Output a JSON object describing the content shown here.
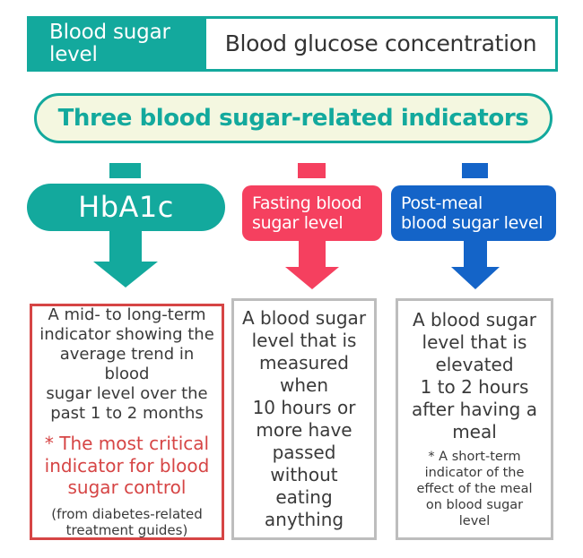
{
  "header": {
    "term": "Blood sugar\nlevel",
    "definition": "Blood glucose concentration",
    "term_bg": "#13a99d",
    "border": "#13a99d"
  },
  "banner": {
    "label": "Three blood sugar-related indicators",
    "bg": "#f4f7e0",
    "text_color": "#13a99d",
    "border": "#13a99d"
  },
  "indicators": [
    {
      "key": "hba1c",
      "label": "HbA1c",
      "color": "#13a99d",
      "shape": "pill"
    },
    {
      "key": "fasting",
      "label": "Fasting blood\nsugar level",
      "color": "#f5405f",
      "shape": "rounded-rect"
    },
    {
      "key": "post_meal",
      "label": "Post-meal\nblood sugar level",
      "color": "#1464c8",
      "shape": "rounded-rect"
    }
  ],
  "descriptions": [
    {
      "key": "hba1c_desc",
      "border_color": "#d64545",
      "main": "A mid- to long-term\nindicator showing the\naverage trend in blood\nsugar level over the\npast 1 to 2 months",
      "highlight": "* The most critical\nindicator for blood\nsugar control",
      "highlight_color": "#d64545",
      "note": "(from diabetes-related\ntreatment guides)"
    },
    {
      "key": "fasting_desc",
      "border_color": "#bdbdbd",
      "main": "A blood sugar\nlevel that is\nmeasured when\n10 hours or\nmore have\npassed without\neating anything",
      "highlight": "",
      "note": ""
    },
    {
      "key": "post_meal_desc",
      "border_color": "#bdbdbd",
      "main": "A blood sugar\nlevel that is\nelevated\n1 to 2 hours\nafter having a\nmeal",
      "highlight": "",
      "note": "* A short-term\nindicator of the\neffect of the meal\non blood sugar\nlevel"
    }
  ],
  "connectors": {
    "hba1c_tab_color": "#13a99d",
    "fasting_tab_color": "#f5405f",
    "post_meal_tab_color": "#1464c8",
    "hba1c_arrow_color": "#13a99d",
    "fasting_arrow_color": "#f5405f",
    "post_meal_arrow_color": "#1464c8"
  }
}
